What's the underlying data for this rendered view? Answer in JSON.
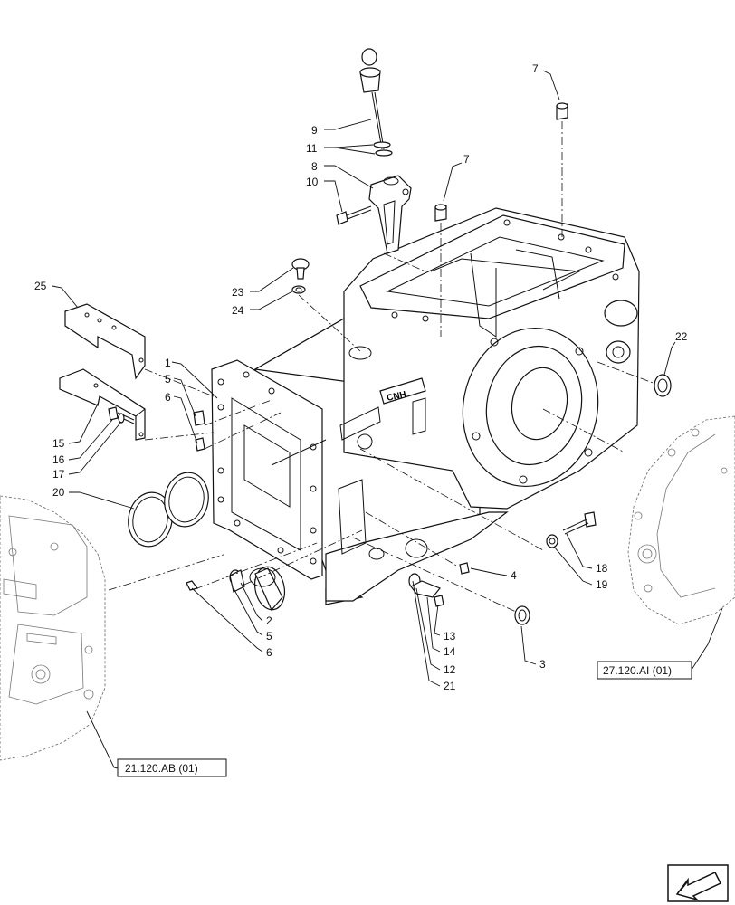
{
  "diagram": {
    "callouts": [
      {
        "id": "c1",
        "label": "1"
      },
      {
        "id": "c2",
        "label": "2"
      },
      {
        "id": "c3",
        "label": "3"
      },
      {
        "id": "c4",
        "label": "4"
      },
      {
        "id": "c5a",
        "label": "5"
      },
      {
        "id": "c5b",
        "label": "5"
      },
      {
        "id": "c6a",
        "label": "6"
      },
      {
        "id": "c6b",
        "label": "6"
      },
      {
        "id": "c7a",
        "label": "7"
      },
      {
        "id": "c7b",
        "label": "7"
      },
      {
        "id": "c8",
        "label": "8"
      },
      {
        "id": "c9",
        "label": "9"
      },
      {
        "id": "c10",
        "label": "10"
      },
      {
        "id": "c11",
        "label": "11"
      },
      {
        "id": "c12",
        "label": "12"
      },
      {
        "id": "c13",
        "label": "13"
      },
      {
        "id": "c14",
        "label": "14"
      },
      {
        "id": "c15",
        "label": "15"
      },
      {
        "id": "c16",
        "label": "16"
      },
      {
        "id": "c17",
        "label": "17"
      },
      {
        "id": "c18",
        "label": "18"
      },
      {
        "id": "c19",
        "label": "19"
      },
      {
        "id": "c20",
        "label": "20"
      },
      {
        "id": "c21",
        "label": "21"
      },
      {
        "id": "c22",
        "label": "22"
      },
      {
        "id": "c23",
        "label": "23"
      },
      {
        "id": "c24",
        "label": "24"
      },
      {
        "id": "c25",
        "label": "25"
      }
    ],
    "references": {
      "left": "21.120.AB (01)",
      "right": "27.120.AI (01)"
    },
    "housing_logo": "CNH",
    "nav_icon": "arrow-return-icon"
  }
}
